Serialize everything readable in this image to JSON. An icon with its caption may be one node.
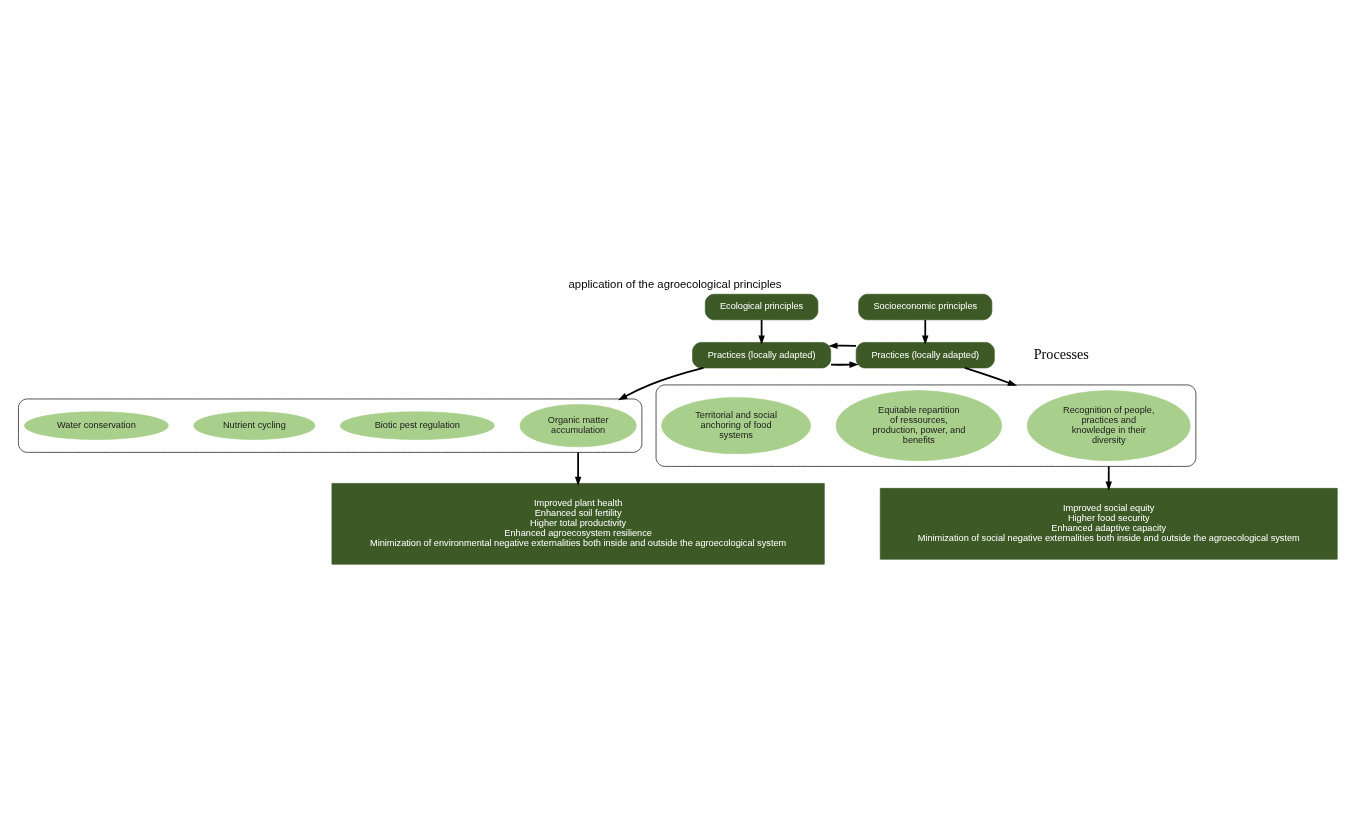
{
  "diagram": {
    "title": "application of the agroecological principles",
    "nodes": [
      {
        "text": [
          "Ecological principles"
        ]
      },
      {
        "text": [
          "Socioeconomic principles"
        ]
      },
      {
        "text": [
          "Practices (locally adapted)"
        ]
      },
      {
        "text": [
          "Practices (locally adapted)"
        ]
      },
      {
        "text": [],
        "shape": "ellipse"
      },
      {
        "text": [],
        "shape": "ellipse"
      },
      {
        "text": [
          "Organic matter accumulation"
        ],
        "in": 4
      },
      {
        "text": [
          "Biotic pest regulation"
        ],
        "in": 4
      },
      {
        "text": [
          "Nutrient cycling"
        ],
        "in": 4
      },
      {
        "text": [
          "Water conservation"
        ],
        "in": 4
      },
      {
        "text": [
          "Recognition of people, practices and knowledge in their diversity"
        ],
        "in": 5
      },
      {
        "text": [
          "Equitable repartition of ressources, production, power, and benefits"
        ],
        "in": 5
      },
      {
        "text": [
          "Territorial and social anchoring of food systems"
        ],
        "in": 5
      },
      {
        "text": [
          "Improved plant health",
          "Enhanced soil fertility",
          "Higher total productivity",
          "Enhanced agroecosystem resilience",
          "Minimization of environmental negative externalities both inside and outside the agroecological system"
        ]
      },
      {
        "text": [
          "Improved social equity",
          "Higher food security",
          "Enhanced adaptive capacity",
          "Minimization of social negative externalities both inside and outside the agroecological system"
        ]
      }
    ],
    "edges": [
      {
        "from": 0,
        "to": 2,
        "arrow": "to"
      },
      {
        "from": 1,
        "to": 3,
        "arrow": "to"
      },
      {
        "from": 2,
        "to": 3,
        "arrow": "to"
      },
      {
        "from": 3,
        "to": 2,
        "arrow": "to"
      },
      {
        "from": 2,
        "to": 4,
        "arrow": "to"
      },
      {
        "from": 3,
        "to": 5,
        "arrow": "to"
      },
      {
        "from": 4,
        "to": 13,
        "arrow": "to"
      },
      {
        "from": 5,
        "to": 14,
        "arrow": "to"
      }
    ],
    "labels": [
      "Processes"
    ]
  }
}
